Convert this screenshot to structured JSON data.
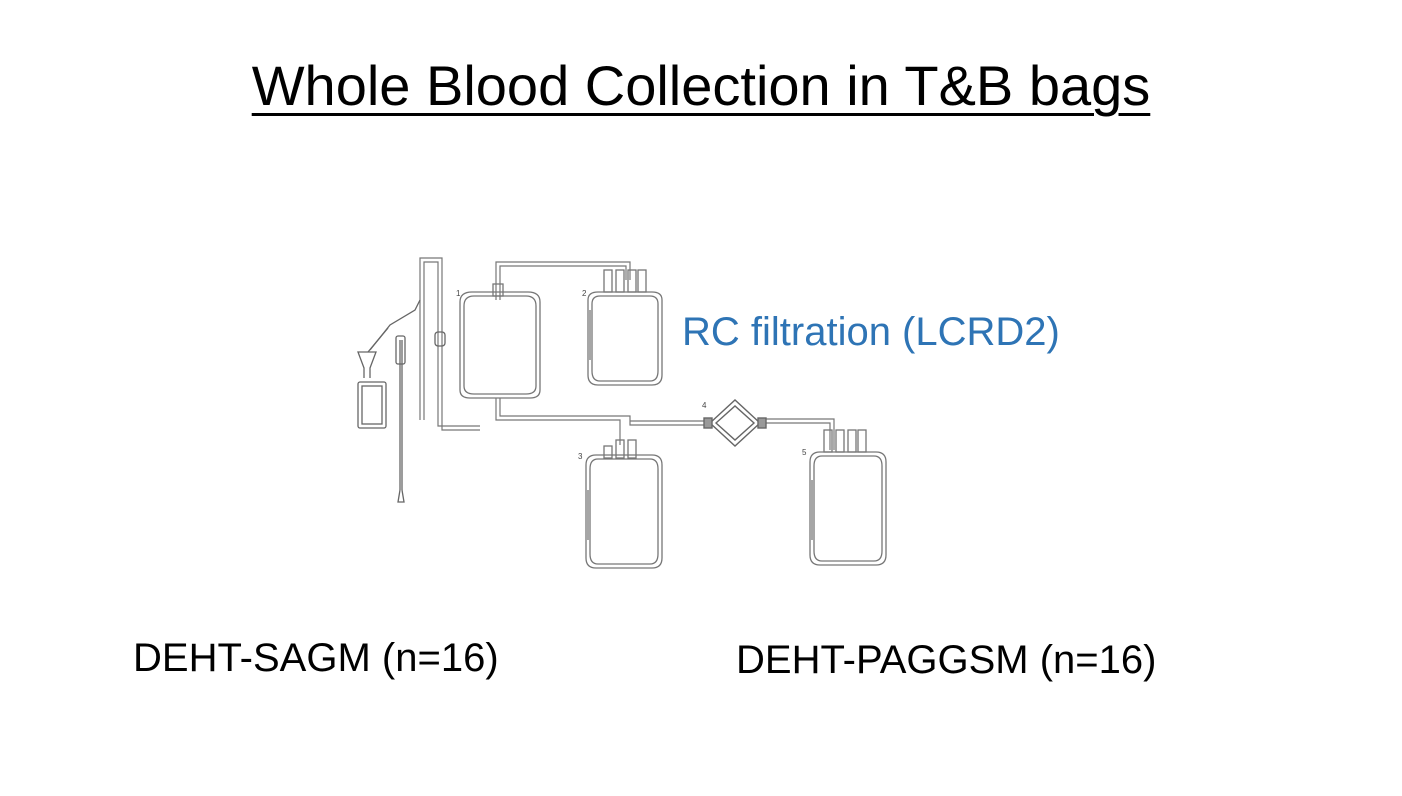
{
  "slide": {
    "title": "Whole Blood Collection in T&B bags",
    "filtration_label": "RC filtration (LCRD2)",
    "left_label": "DEHT-SAGM (n=16)",
    "right_label": "DEHT-PAGGSM (n=16)"
  },
  "diagram": {
    "bag_numbers": [
      "1",
      "2",
      "3",
      "4",
      "5"
    ],
    "accent_color": "#2e74b5"
  }
}
